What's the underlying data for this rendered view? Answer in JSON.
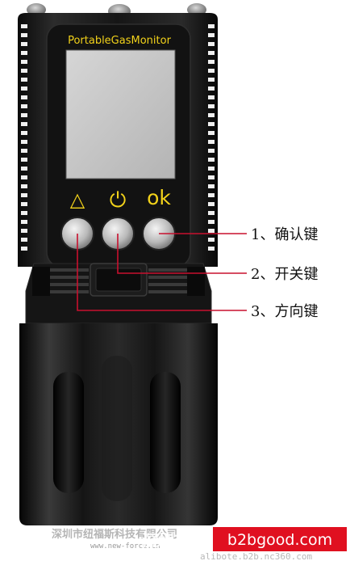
{
  "device": {
    "title": "PortableGasMonitor"
  },
  "keys": [
    {
      "symbol": "△",
      "function": "direction"
    },
    {
      "symbol": "⏻",
      "function": "power"
    },
    {
      "symbol": "ok",
      "function": "confirm"
    }
  ],
  "callouts": [
    {
      "label": "1、确认键"
    },
    {
      "label": "2、开关键"
    },
    {
      "label": "3、方向键"
    }
  ],
  "footer": {
    "company": "深圳市纽福斯科技有限公司",
    "website": "www.new-force.cn",
    "watermark_cn": "深圳市纽",
    "brand": "b2bgood.com",
    "brand_sub": "alibote.b2b.nc360.com"
  },
  "colors": {
    "device_body": "#1a1a1a",
    "label_yellow": "#f2d21a",
    "screen": "#c8c8c8",
    "leader_line": "#c8102e",
    "brand_red": "#e01020"
  }
}
